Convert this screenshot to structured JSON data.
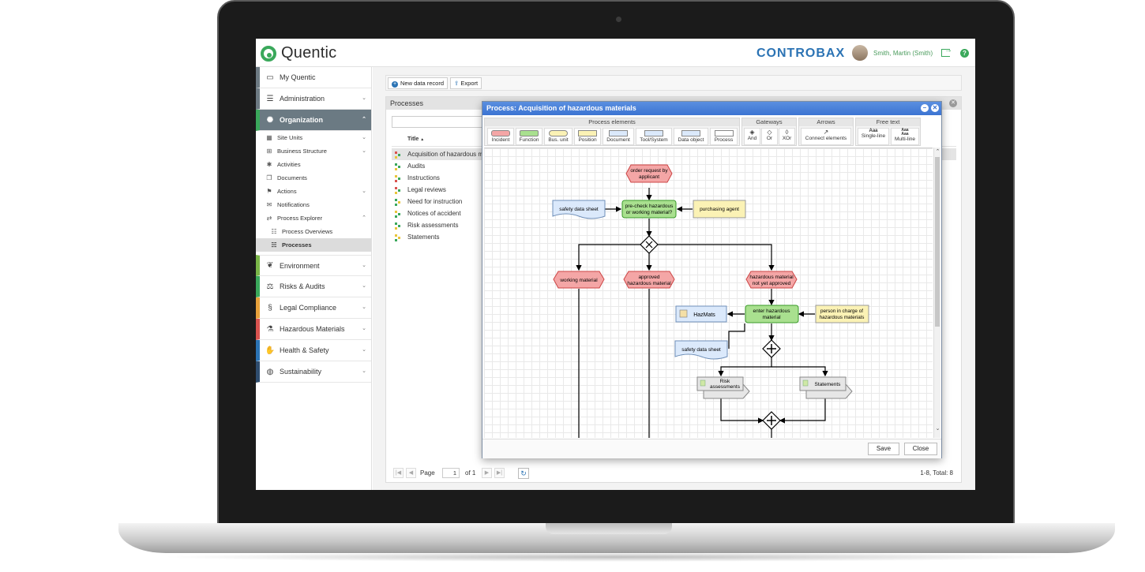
{
  "app": {
    "name": "Quentic",
    "brand": "CONTROBAX",
    "user": "Smith, Martin (Smith)"
  },
  "sidebar": {
    "items": [
      {
        "label": "My Quentic",
        "icon": "monitor-icon",
        "color": "#6d7a83"
      },
      {
        "label": "Administration",
        "icon": "menu-lines-icon",
        "color": "#6d7a83"
      },
      {
        "label": "Organization",
        "icon": "network-icon",
        "color": "#3aa85b"
      },
      {
        "label": "Environment",
        "icon": "leaf-icon",
        "color": "#7ab648"
      },
      {
        "label": "Risks & Audits",
        "icon": "scales-icon",
        "color": "#3aa85b"
      },
      {
        "label": "Legal Compliance",
        "icon": "paragraph-icon",
        "color": "#e8a13a"
      },
      {
        "label": "Hazardous Materials",
        "icon": "flask-icon",
        "color": "#d9534f"
      },
      {
        "label": "Health & Safety",
        "icon": "hand-icon",
        "color": "#2b73b4"
      },
      {
        "label": "Sustainability",
        "icon": "globe-icon",
        "color": "#2f4d6e"
      }
    ],
    "sub_items": [
      {
        "label": "Site Units",
        "icon": "site-icon"
      },
      {
        "label": "Business Structure",
        "icon": "structure-icon"
      },
      {
        "label": "Activities",
        "icon": "activities-icon"
      },
      {
        "label": "Documents",
        "icon": "documents-icon"
      },
      {
        "label": "Actions",
        "icon": "actions-icon"
      },
      {
        "label": "Notifications",
        "icon": "notifications-icon"
      },
      {
        "label": "Process Explorer",
        "icon": "process-explorer-icon"
      },
      {
        "label": "Process Overviews",
        "icon": "process-overview-icon"
      },
      {
        "label": "Processes",
        "icon": "processes-icon"
      }
    ]
  },
  "toolbar": {
    "new_record": "New data record",
    "export": "Export"
  },
  "panel": {
    "title": "Processes",
    "column_title": "Title",
    "rows": [
      "Acquisition of hazardous ma",
      "Audits",
      "Instructions",
      "Legal reviews",
      "Need for instruction",
      "Notices of accident",
      "Risk assessments",
      "Statements"
    ],
    "pager": {
      "page_label": "Page",
      "page_value": "1",
      "of_label": "of 1",
      "summary": "1-8, Total: 8"
    }
  },
  "modal": {
    "title": "Process: Acquisition of hazardous materials",
    "palette": {
      "groups": [
        "Process elements",
        "Gateways",
        "Arrows",
        "Free text"
      ],
      "tools": [
        {
          "label": "Incident",
          "color": "#f4a6a6"
        },
        {
          "label": "Function",
          "color": "#a9e08f"
        },
        {
          "label": "Bus. unit",
          "color": "#fbf2b5"
        },
        {
          "label": "Position",
          "color": "#fbf2b5"
        },
        {
          "label": "Document",
          "color": "#dbe9fb"
        },
        {
          "label": "Tool/System",
          "color": "#dbe9fb"
        },
        {
          "label": "Data object",
          "color": "#dbe9fb"
        },
        {
          "label": "Process",
          "color": "#ffffff"
        },
        {
          "label": "And",
          "color": ""
        },
        {
          "label": "Or",
          "color": ""
        },
        {
          "label": "XOr",
          "color": ""
        },
        {
          "label": "Connect elements",
          "color": ""
        },
        {
          "label": "Single-line",
          "color": ""
        },
        {
          "label": "Multi-line",
          "color": ""
        }
      ]
    },
    "diagram": {
      "order_request_1": "order request by",
      "order_request_2": "applicant",
      "precheck_1": "pre-check hazardous",
      "precheck_2": "or working material?",
      "safety_sheet": "safety data sheet",
      "purchasing_agent": "purchasing agent",
      "working_material": "working material",
      "approved_1": "approved",
      "approved_2": "hazardous material",
      "not_approved_1": "hazardous material",
      "not_approved_2": "not yet approved",
      "hazmats": "HazMats",
      "enter_hm_1": "enter hazardous",
      "enter_hm_2": "material",
      "person_charge_1": "person in charge of",
      "person_charge_2": "hazardous materials",
      "safety_sheet_2": "safety data sheet",
      "risk_1": "Risk",
      "risk_2": "assessments",
      "statements": "Statements",
      "colors": {
        "incident": "#f4a6a6",
        "function": "#a9e08f",
        "position": "#fbf2b5",
        "document": "#dbe9fb",
        "process": "#e6e6e6"
      }
    },
    "buttons": {
      "save": "Save",
      "close": "Close"
    }
  },
  "glyphs": {
    "chev_down": "⌄",
    "chev_up": "⌃",
    "sort_up": "▲",
    "first": "|◀",
    "prev": "◀",
    "next": "▶",
    "last": "▶|",
    "refresh": "↻",
    "close_x": "✕",
    "minimize": "–",
    "help": "?",
    "plus": "+",
    "scroll_up": "⌃",
    "scroll_down": "⌄"
  }
}
